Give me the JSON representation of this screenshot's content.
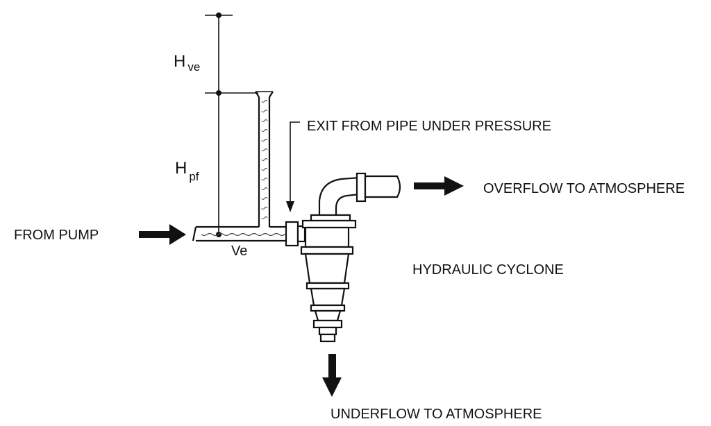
{
  "labels": {
    "h_ve_main": "H",
    "h_ve_sub": "ve",
    "h_pf_main": "H",
    "h_pf_sub": "pf",
    "ve": "Ve",
    "from_pump": "FROM PUMP",
    "exit_pipe": "EXIT FROM PIPE UNDER PRESSURE",
    "overflow": "OVERFLOW TO ATMOSPHERE",
    "cyclone": "HYDRAULIC CYCLONE",
    "underflow": "UNDERFLOW TO ATMOSPHERE"
  },
  "colors": {
    "stroke": "#111111",
    "background": "#ffffff"
  }
}
